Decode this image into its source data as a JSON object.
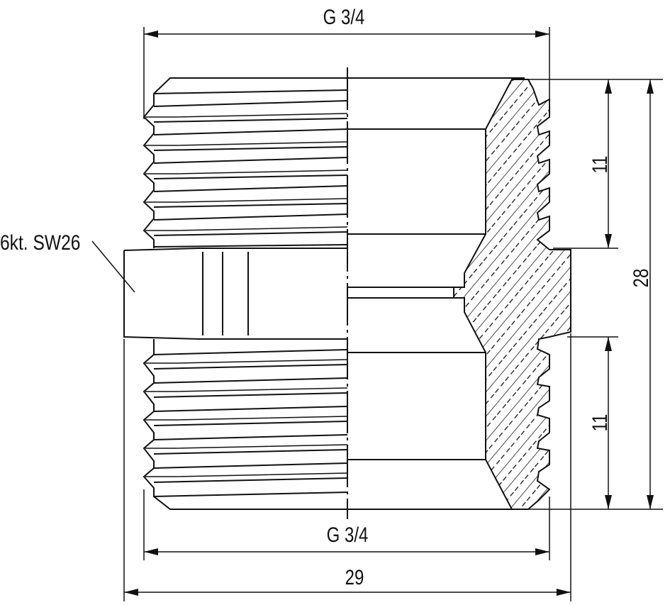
{
  "drawing": {
    "top_thread_label": "G 3/4",
    "bottom_thread_label": "G 3/4",
    "overall_length": "29",
    "overall_height": "28",
    "upper_thread_length": "11",
    "lower_thread_length": "11",
    "hex_label": "6kt. SW26"
  },
  "colors": {
    "line": "#111111",
    "background": "#ffffff"
  }
}
